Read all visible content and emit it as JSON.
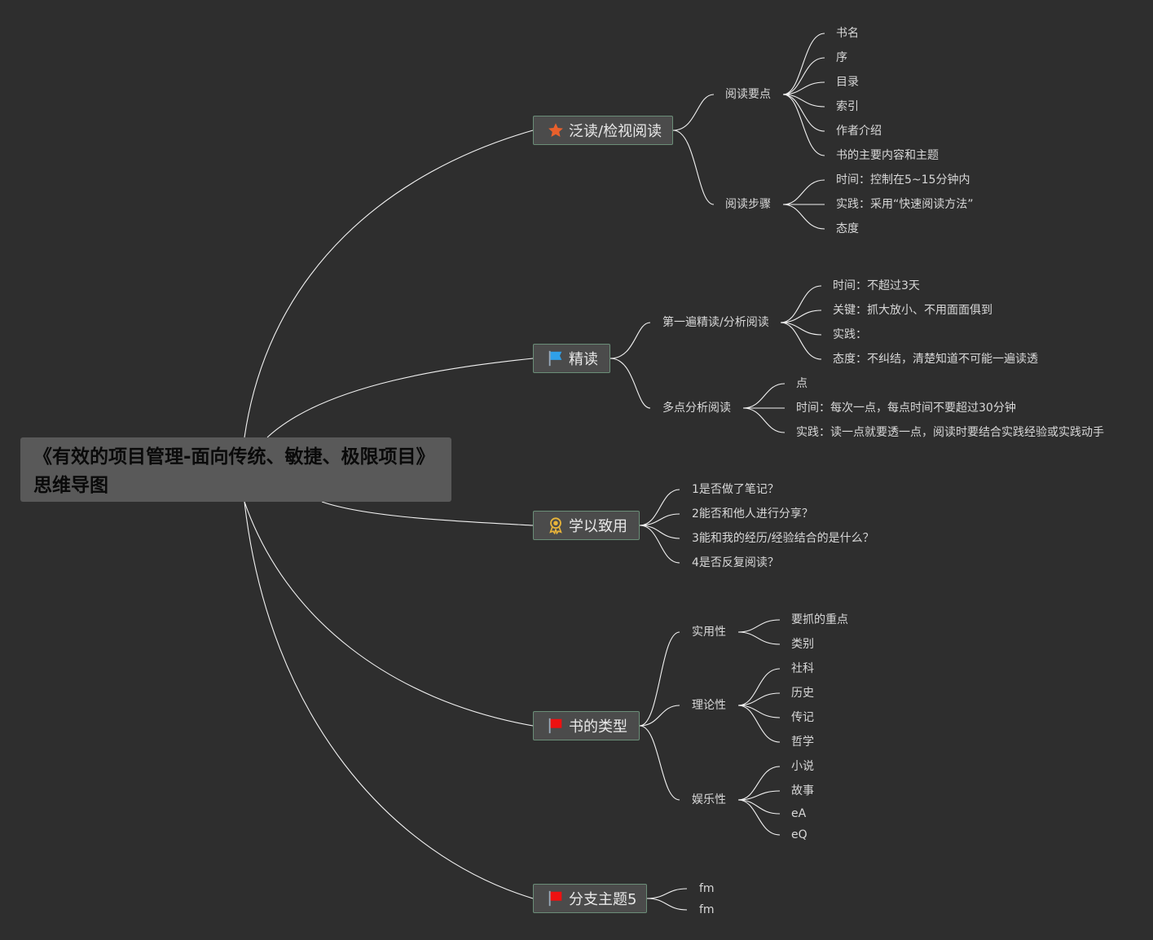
{
  "root": {
    "title": "《有效的项目管理-面向传统、敏捷、极限项目》思维导图"
  },
  "colors": {
    "background": "#2e2e2e",
    "root_fill": "#595959",
    "branch_fill": "#4b4b4b",
    "branch_border": "#6b8e78",
    "line": "#f2f2f2",
    "icon_star": "#e8602c",
    "icon_flag_blue": "#2fa0e8",
    "icon_flag_red": "#ee1111",
    "icon_badge": "#e8b43a"
  },
  "branches": [
    {
      "label": "泛读/检视阅读",
      "icon": "star-icon",
      "children": [
        {
          "label": "阅读要点",
          "children": [
            "书名",
            "序",
            "目录",
            "索引",
            "作者介绍",
            "书的主要内容和主题"
          ]
        },
        {
          "label": "阅读步骤",
          "children": [
            "时间：控制在5~15分钟内",
            "实践：采用“快速阅读方法”",
            "态度"
          ]
        }
      ]
    },
    {
      "label": "精读",
      "icon": "blue-flag-icon",
      "children": [
        {
          "label": "第一遍精读/分析阅读",
          "children": [
            "时间：不超过3天",
            "关键：抓大放小、不用面面俱到",
            "实践：",
            "态度：不纠结，清楚知道不可能一遍读透"
          ]
        },
        {
          "label": "多点分析阅读",
          "children": [
            "点",
            "时间：每次一点，每点时间不要超过30分钟",
            "实践：读一点就要透一点，阅读时要结合实践经验或实践动手"
          ]
        }
      ]
    },
    {
      "label": "学以致用",
      "icon": "badge-icon",
      "children": [
        {
          "label": "1是否做了笔记？"
        },
        {
          "label": "2能否和他人进行分享？"
        },
        {
          "label": "3能和我的经历/经验结合的是什么？"
        },
        {
          "label": "4是否反复阅读？"
        }
      ]
    },
    {
      "label": "书的类型",
      "icon": "red-flag-icon",
      "children": [
        {
          "label": "实用性",
          "children": [
            "要抓的重点",
            "类别"
          ]
        },
        {
          "label": "理论性",
          "children": [
            "社科",
            "历史",
            "传记",
            "哲学"
          ]
        },
        {
          "label": "娱乐性",
          "children": [
            "小说",
            "故事",
            "eA",
            "eQ"
          ]
        }
      ]
    },
    {
      "label": "分支主题5",
      "icon": "red-flag-icon",
      "children": [
        {
          "label": "fm"
        },
        {
          "label": "fm"
        }
      ]
    }
  ]
}
